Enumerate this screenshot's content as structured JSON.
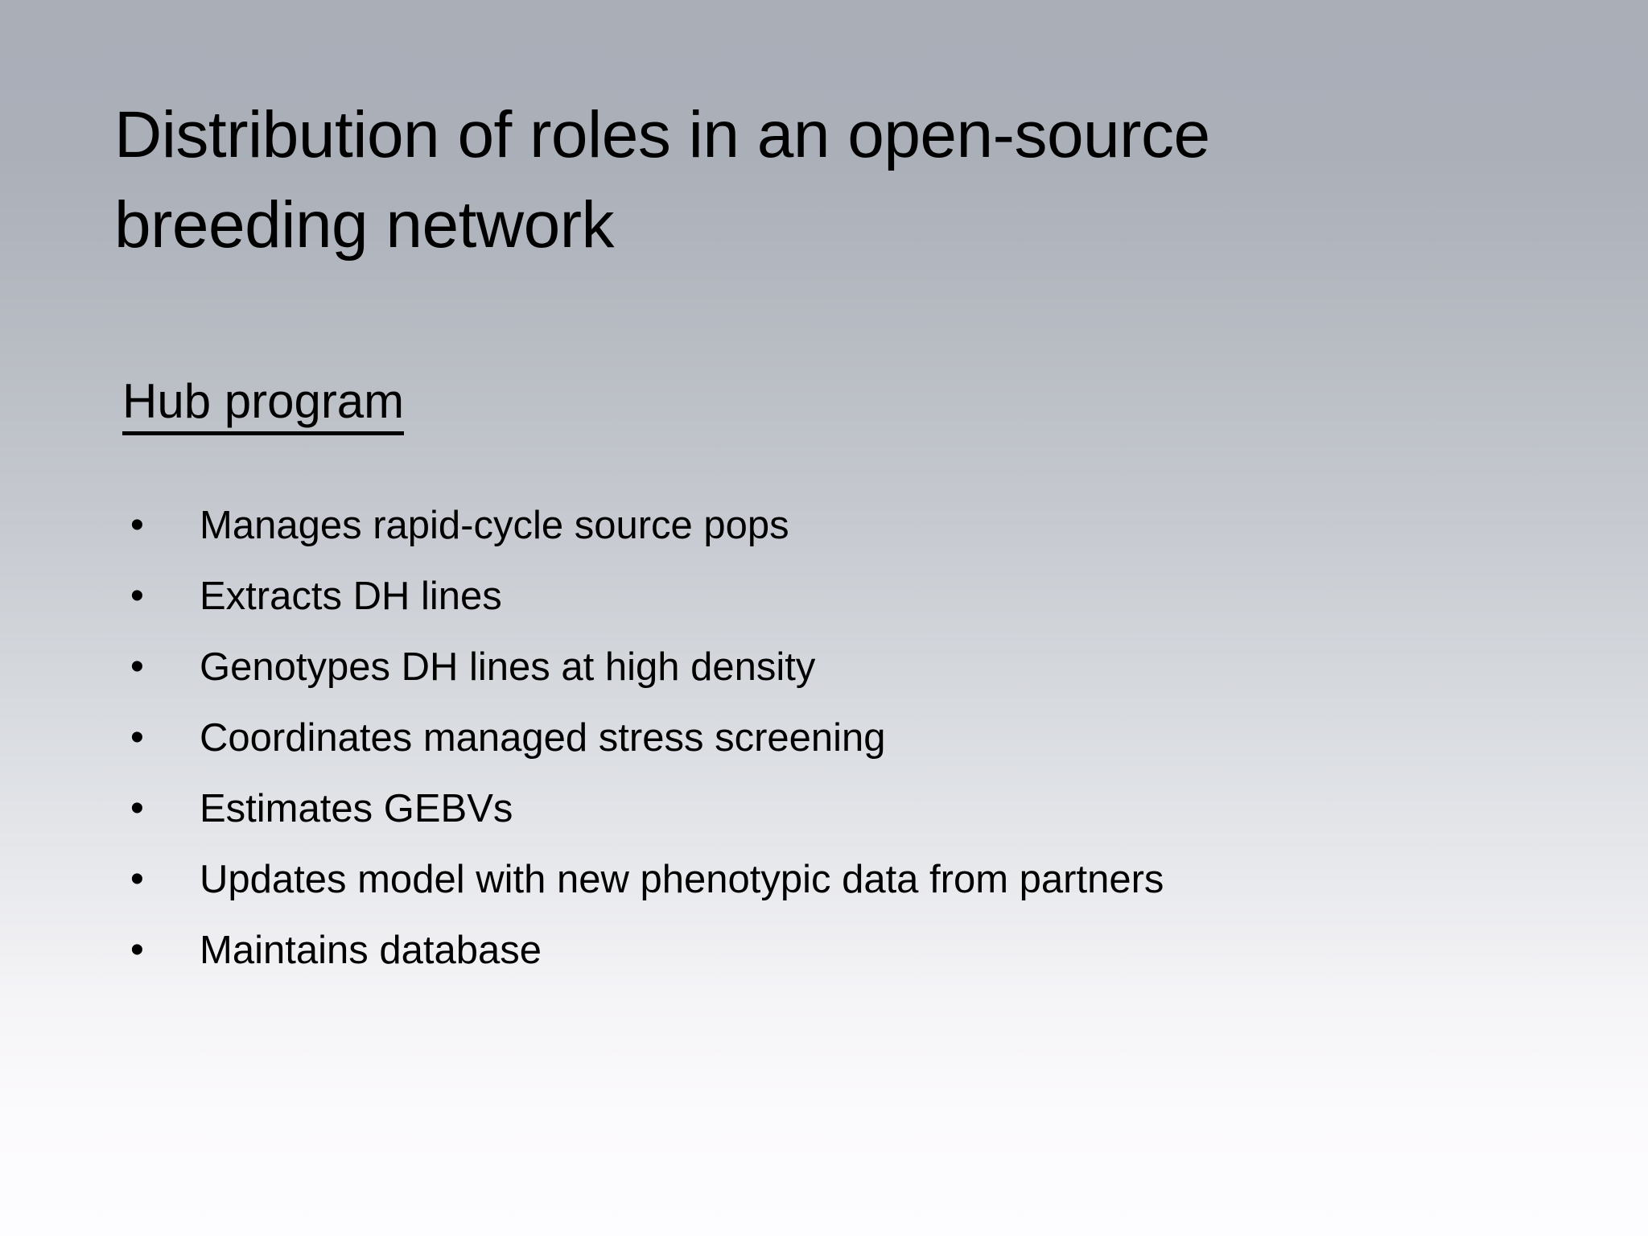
{
  "slide": {
    "title_lines": [
      "Distribution of roles in an open-source",
      "breeding network"
    ],
    "section_heading": "Hub program",
    "bullet_marker": "•",
    "bullets": [
      "Manages rapid-cycle source pops",
      "Extracts DH lines",
      "Genotypes DH lines at high density",
      "Coordinates managed stress screening",
      "Estimates GEBVs",
      "Updates model with new phenotypic data from partners",
      "Maintains database"
    ],
    "colors": {
      "text": "#000000",
      "background_top": "#a9aeb7",
      "background_mid": "#d5d8dd",
      "background_bottom": "#fdfcfe",
      "underline": "#000000"
    }
  }
}
